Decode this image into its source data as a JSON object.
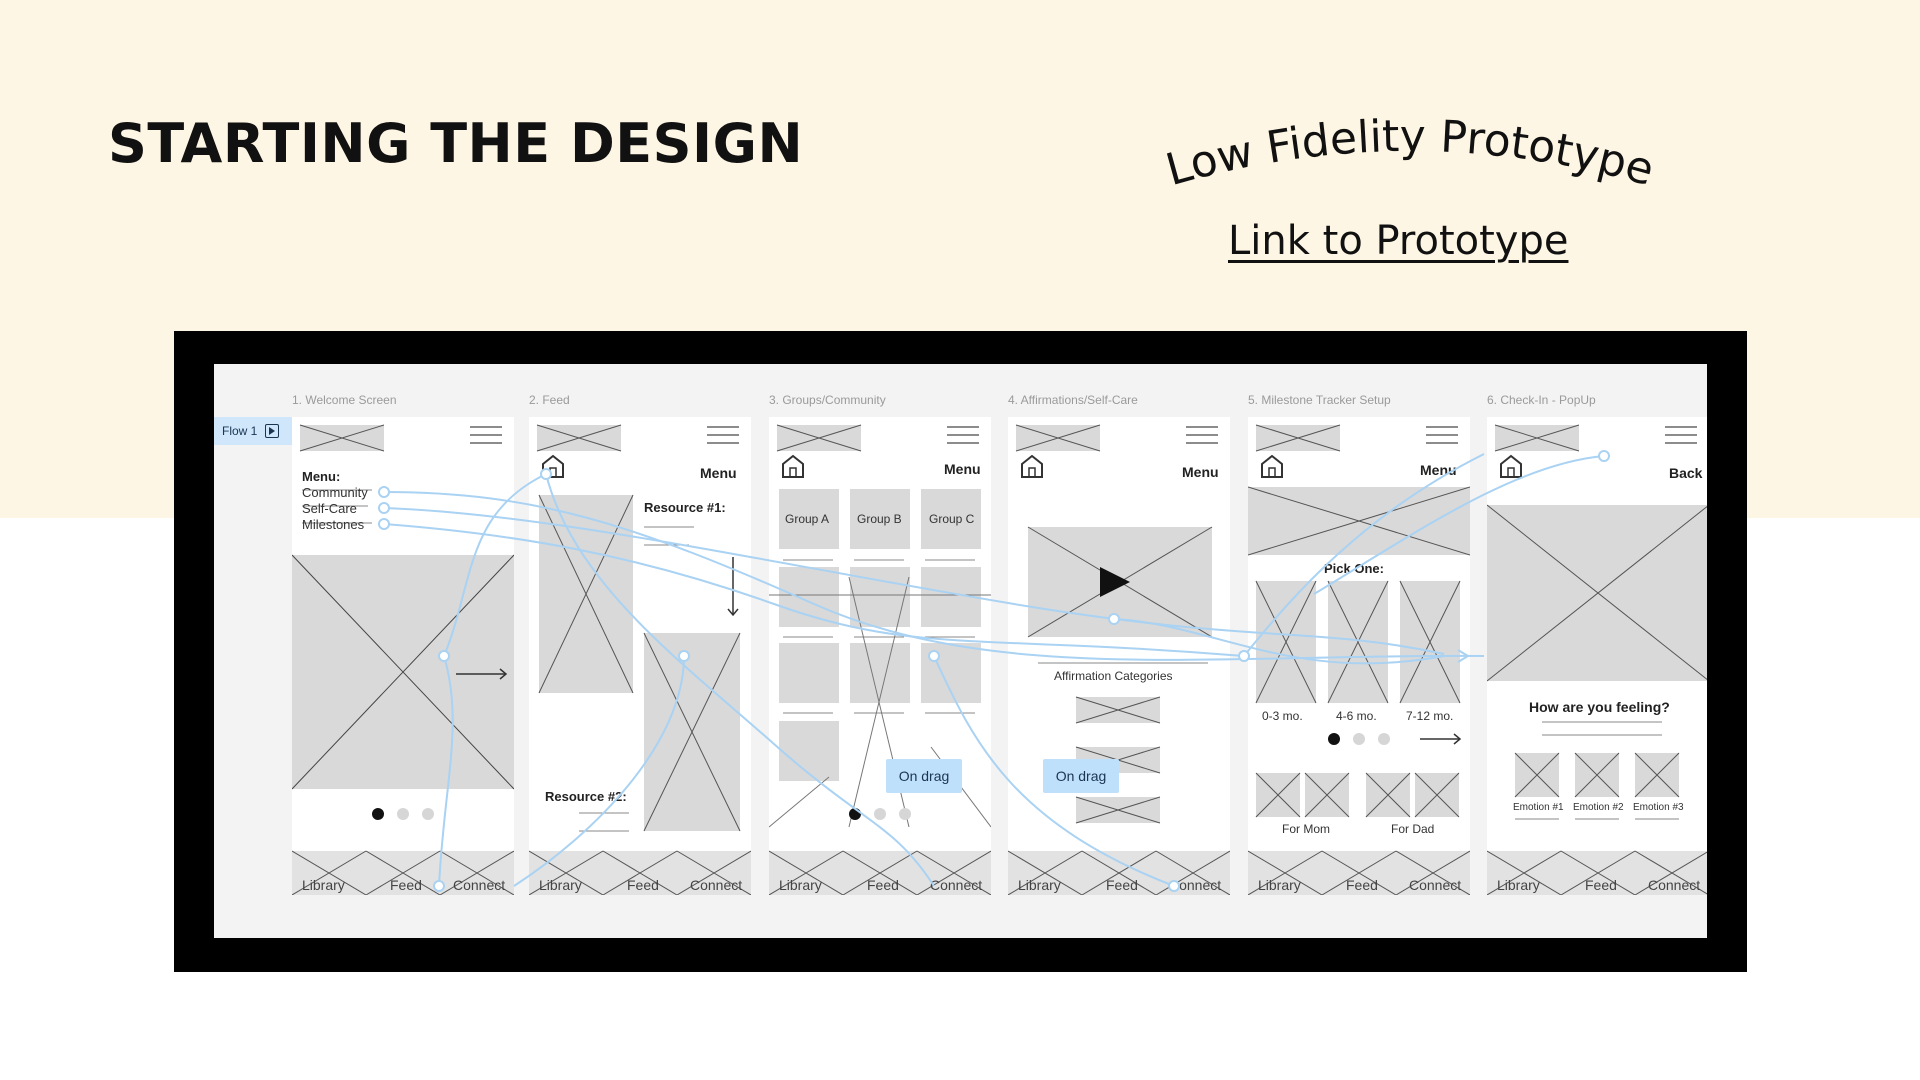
{
  "slide": {
    "title": "STARTING THE DESIGN",
    "subtitle": "Low Fidelity Prototype",
    "link": "Link to Prototype"
  },
  "canvas": {
    "flow_tag": "Flow 1",
    "screens": [
      {
        "label": "1. Welcome Screen"
      },
      {
        "label": "2. Feed"
      },
      {
        "label": "3. Groups/Community"
      },
      {
        "label": "4. Affirmations/Self-Care"
      },
      {
        "label": "5. Milestone Tracker Setup"
      },
      {
        "label": "6. Check-In - PopUp"
      }
    ],
    "tabs": [
      "Library",
      "Feed",
      "Connect"
    ],
    "welcome": {
      "menu_heading": "Menu:",
      "menu_items": [
        "Community",
        "Self-Care",
        "Milestones"
      ]
    },
    "header_menu_label": "Menu",
    "feed": {
      "resource1": "Resource #1:",
      "resource2": "Resource #2:"
    },
    "groups": {
      "names": [
        "Group A",
        "Group B",
        "Group C"
      ]
    },
    "on_drag": "On drag",
    "affirmations": {
      "categories_label": "Affirmation Categories"
    },
    "milestone": {
      "pick_one": "Pick One:",
      "ages": [
        "0-3 mo.",
        "4-6 mo.",
        "7-12 mo."
      ],
      "for_mom": "For Mom",
      "for_dad": "For Dad"
    },
    "checkin": {
      "back": "Back",
      "question": "How are you feeling?",
      "emotions": [
        "Emotion #1",
        "Emotion #2",
        "Emotion #3"
      ]
    }
  }
}
